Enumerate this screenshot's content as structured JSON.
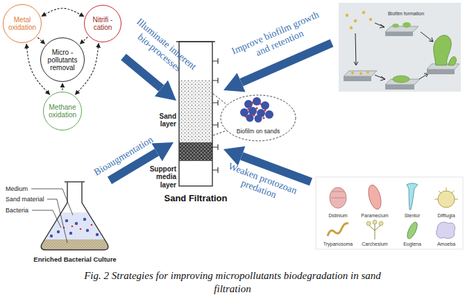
{
  "diagram": {
    "caption": "Fig. 2 Strategies for improving micropollutants biodegradation in sand filtration",
    "nodes": [
      {
        "text": [
          "Metal oxidation"
        ]
      },
      {
        "text": [
          "Nitrifi -cation"
        ]
      },
      {
        "text": [
          "Micro -pollutants removal"
        ]
      },
      {
        "text": [
          "Methane oxidation"
        ]
      }
    ],
    "edges": [
      {
        "from": 0,
        "to": 1,
        "arrow": "both"
      },
      {
        "from": 0,
        "to": 2,
        "arrow": "to"
      },
      {
        "from": 1,
        "to": 2,
        "arrow": "to"
      },
      {
        "from": 0,
        "to": 3,
        "arrow": "both"
      },
      {
        "from": 1,
        "to": 3,
        "arrow": "both"
      },
      {
        "from": 3,
        "to": 2,
        "arrow": "to"
      }
    ],
    "labels": [
      "Illuminate inherent bio-processes",
      "Improve biofilm growth and retention",
      "Bioaugmentation",
      "Weaken protozoan predation",
      "Biofilm formation",
      "Sand layer",
      "Support media layer",
      "Biofilm on sands",
      "Sand Filtration",
      "Medium",
      "Sand material",
      "Bacteria",
      "Enriched Bacterial Culture",
      "Didinium",
      "Paramecium",
      "Stentor",
      "Difflugia",
      "Trypanosoma",
      "Carchesium",
      "Euglena",
      "Amoeba"
    ]
  }
}
